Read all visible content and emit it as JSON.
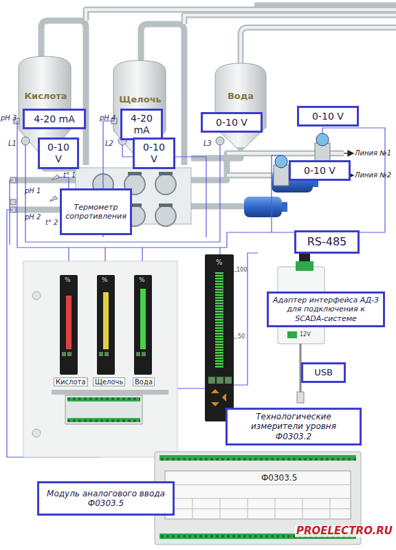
{
  "diagram": {
    "nodes": [
      {
        "text": [
          "Кислота"
        ]
      },
      {
        "text": [
          "Щелочь"
        ]
      },
      {
        "text": [
          "Вода"
        ]
      },
      {
        "text": [
          "4-20 mA"
        ]
      },
      {
        "text": [
          "4-20 mA"
        ]
      },
      {
        "text": [
          "0-10 V"
        ]
      },
      {
        "text": [
          "0-10 V"
        ]
      },
      {
        "text": [
          "0-10 V"
        ]
      },
      {
        "text": [
          "0-10 V"
        ]
      },
      {
        "text": [
          "0-10 V"
        ]
      },
      {
        "text": [
          "Термометр сопротивления"
        ]
      },
      {
        "text": [
          "RS-485"
        ]
      },
      {
        "text": [
          "Адаптер интерфейса АД-3 для подключения к SCADA-системе"
        ]
      },
      {
        "text": [
          "USB"
        ]
      },
      {
        "text": [
          "Технологические измерители уровня Ф0303.2"
        ]
      },
      {
        "text": [
          "Модуль аналогового ввода Ф0303.5"
        ]
      }
    ],
    "labels": [
      "pH 3",
      "L1",
      "pH 4",
      "L2",
      "L3",
      "t° 1",
      "pH 1",
      "pH 2",
      "t° 2",
      "Линия №1",
      "Линия №2",
      "%",
      "%",
      "%",
      "Кислота",
      "Щелочь",
      "Вода",
      "%",
      "100",
      "50",
      "Ф0303.5",
      "12V",
      "PROELECTRO.RU"
    ]
  }
}
